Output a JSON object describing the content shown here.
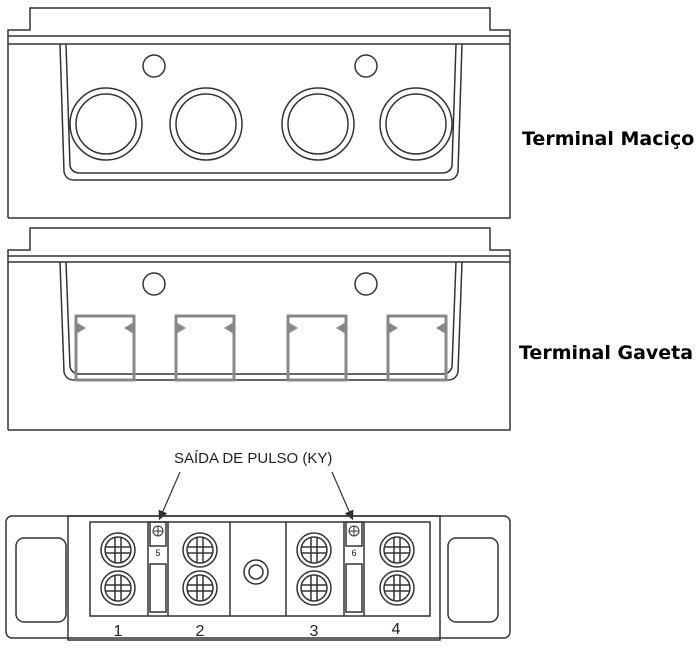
{
  "labels": {
    "terminal_macico": "Terminal Maciço",
    "terminal_gaveta": "Terminal Gaveta",
    "pulse_output": "SAÍDA DE PULSO (KY)"
  },
  "terminals": {
    "numbers": [
      "1",
      "2",
      "3",
      "4"
    ],
    "pulse_pins": [
      "5",
      "6"
    ]
  },
  "colors": {
    "line": "#333333",
    "gaveta_line": "#888888"
  }
}
